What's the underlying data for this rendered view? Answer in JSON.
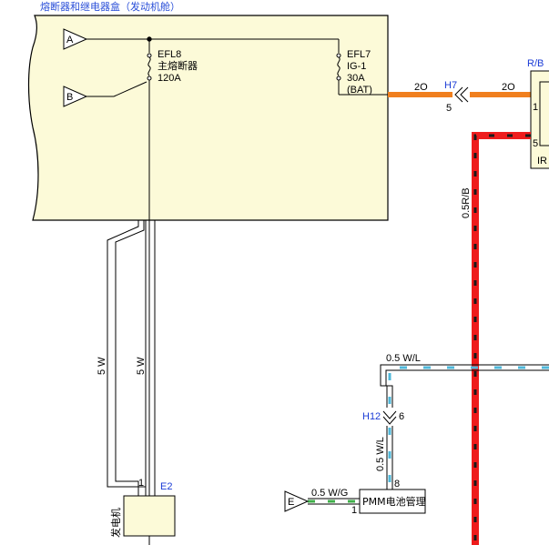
{
  "box": {
    "title": "熔断器和继电器盒（发动机舱）",
    "fill": "#FCFAD8",
    "terminal_a": "A",
    "terminal_b": "B",
    "efl8": {
      "name": "EFL8",
      "desc": "主熔断器",
      "rating": "120A"
    },
    "efl7": {
      "name": "EFL7",
      "desc": "IG-1",
      "rating": "30A",
      "extra": "(BAT)"
    }
  },
  "connectors": {
    "h7": {
      "name": "H7",
      "pin": "5"
    },
    "h12": {
      "name": "H12",
      "pin": "6"
    },
    "e2": {
      "name": "E2",
      "pin": "1"
    },
    "pmm_pin_top": "8",
    "pmm_pin_left": "1",
    "right_pin1": "1",
    "right_pin5": "5"
  },
  "wires": {
    "orange_left": "2O",
    "orange_right": "2O",
    "rb_top": "R/B",
    "rb_vertical": "0.5R/B",
    "wl_horizontal": "0.5  W/L",
    "wl_vertical": "0.5 W/L",
    "wg": "0.5 W/G",
    "w_left": "5 W",
    "w_right": "5 W"
  },
  "components": {
    "generator": "发电机",
    "pmm": "PMM电池管理",
    "ground_e": "E",
    "right_partial": "IR"
  },
  "colors": {
    "orange": "#F07F1E",
    "red": "#EE1C1C",
    "cyan": "#4FB8DA",
    "green": "#3FAF4A"
  }
}
